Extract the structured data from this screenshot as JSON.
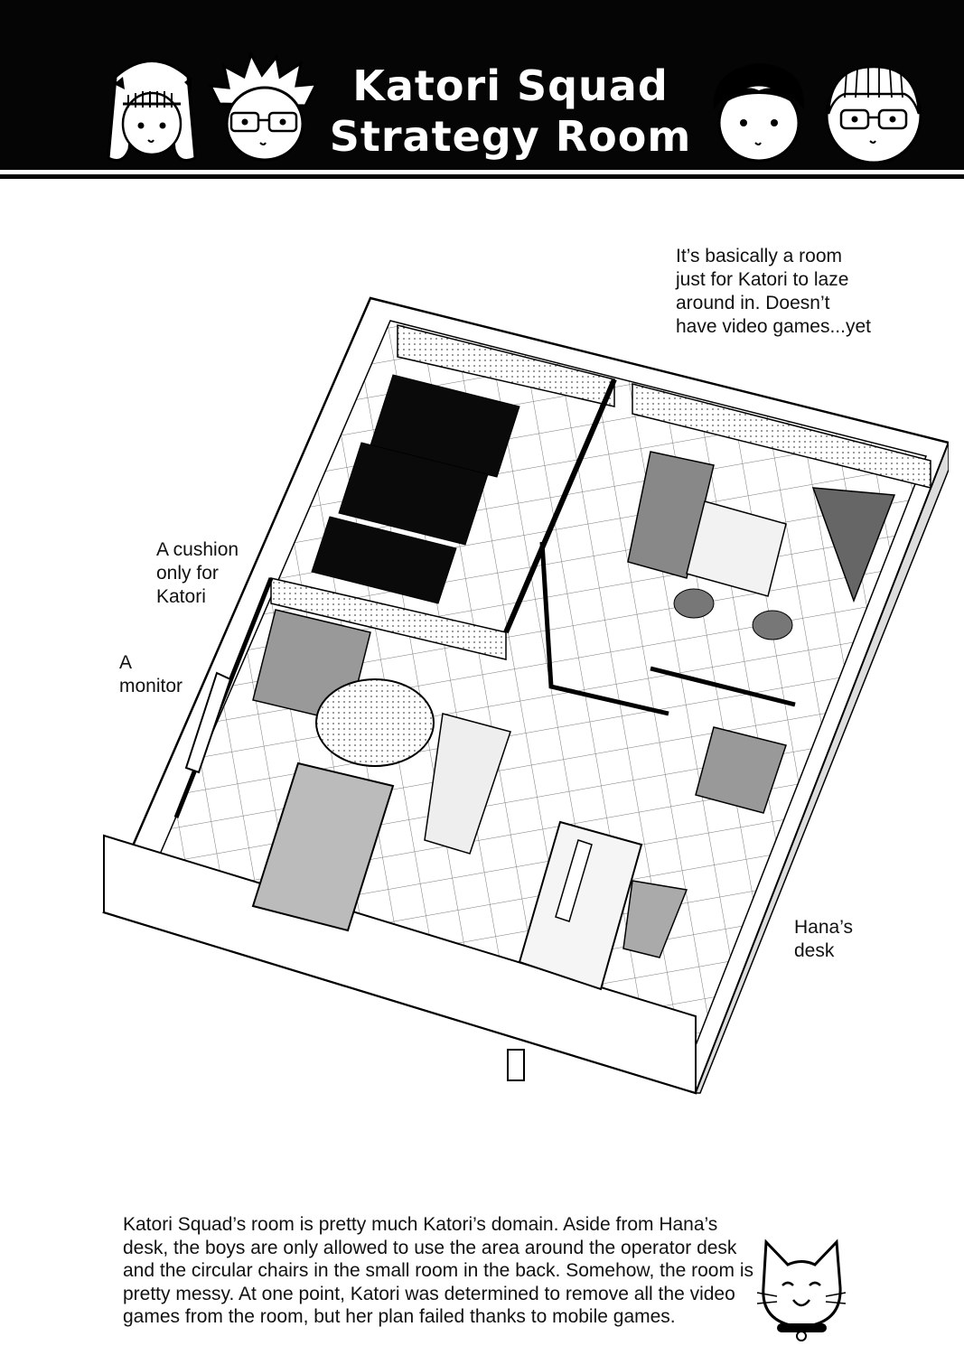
{
  "header": {
    "title_line1": "Katori Squad",
    "title_line2": "Strategy Room"
  },
  "annotations": {
    "room_note": "It’s basically a room\njust for Katori to laze\naround in. Doesn’t\nhave video games...yet",
    "cushion_note": "A cushion\nonly for\nKatori",
    "monitor_note": "A\nmonitor",
    "desk_note": "Hana’s\ndesk"
  },
  "caption": "Katori Squad’s room is pretty much Katori’s domain. Aside from Hana’s desk, the boys are only allowed to use the area around the operator desk and the circular chairs in the small room in the back. Somehow, the room is pretty messy. At one point, Katori was determined to remove all the video games from the room, but her plan failed thanks to mobile games.",
  "colors": {
    "header_bg": "#050505",
    "title_text": "#ffffff",
    "ink": "#111111"
  },
  "icons": [
    "katori-face-icon",
    "wakamura-face-icon",
    "miura-face-icon",
    "hana-face-icon",
    "cat-icon"
  ]
}
